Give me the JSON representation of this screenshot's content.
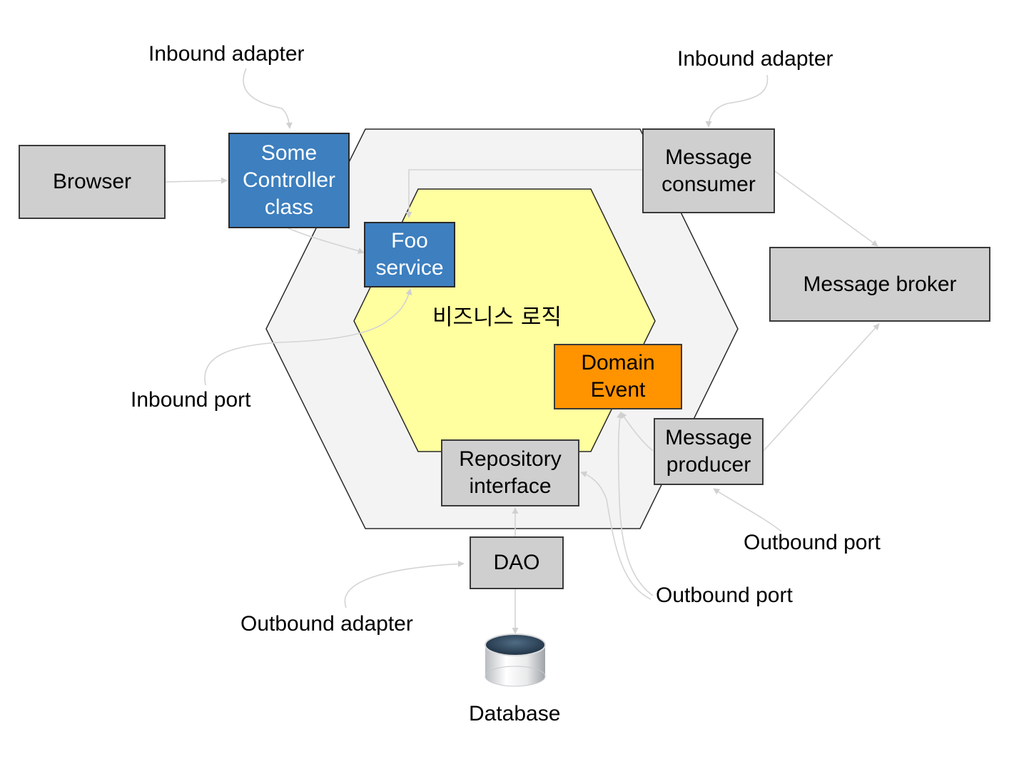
{
  "diagram": {
    "core_label": "비즈니스 로직",
    "nodes": {
      "browser": "Browser",
      "controller": "Some\nController\nclass",
      "foo_service": "Foo\nservice",
      "message_consumer": "Message\nconsumer",
      "message_broker": "Message broker",
      "domain_event": "Domain\nEvent",
      "message_producer": "Message\nproducer",
      "repository_interface": "Repository\ninterface",
      "dao": "DAO",
      "database": "Database"
    },
    "annotations": {
      "inbound_adapter_left": "Inbound adapter",
      "inbound_adapter_right": "Inbound adapter",
      "inbound_port": "Inbound port",
      "outbound_port_right": "Outbound port",
      "outbound_port_bottom": "Outbound port",
      "outbound_adapter": "Outbound adapter"
    },
    "colors": {
      "outer_hexagon": "#f3f3f3",
      "inner_hexagon": "#ffff9f",
      "adapter_box": "#cfcfcf",
      "controller_box": "#3d7fbf",
      "domain_event_box": "#ff9300",
      "arrow": "#d4d4d4"
    }
  }
}
